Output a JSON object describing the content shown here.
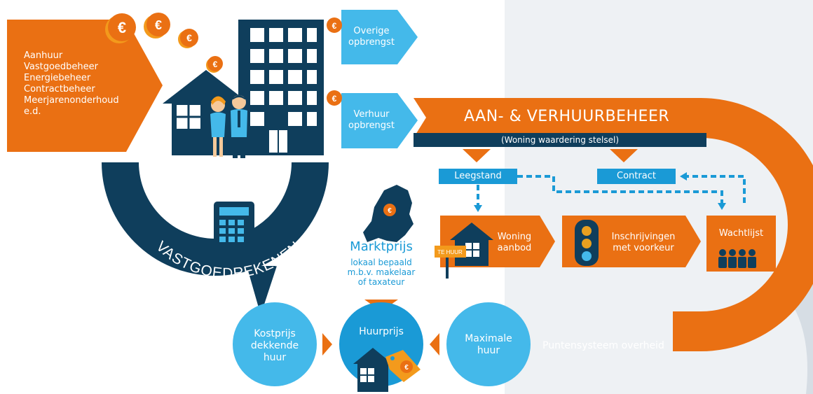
{
  "colors": {
    "orange": "#ea7013",
    "dark_blue": "#0f3e5c",
    "light_blue": "#44b9ea",
    "mid_blue": "#1a9ad6",
    "gold": "#f39a1c",
    "light_grey": "#eef1f4"
  },
  "costs": {
    "lines": [
      "Aanhuur",
      "Vastgoedbeheer",
      "Energiebeheer",
      "Contractbeheer",
      "Meerjarenonderhoud",
      "e.d."
    ]
  },
  "currency_symbol": "€",
  "revenue": {
    "other": [
      "Overige",
      "opbrengst"
    ],
    "rental": [
      "Verhuur",
      "opbrengst"
    ]
  },
  "management": {
    "title": "AAN- & VERHUURBEHEER",
    "subtitle": "(Woning waardering stelsel)",
    "vacancy": "Leegstand",
    "contract": "Contract"
  },
  "process": {
    "housing_offer": [
      "Woning",
      "aanbod"
    ],
    "registrations": [
      "Inschrijvingen",
      "met voorkeur"
    ],
    "waiting_list": "Wachtlijst",
    "for_rent_sign": "TE HUUR"
  },
  "arc_label": "VASTGOEDREKENEN",
  "market": {
    "title": "Marktprijs",
    "lines": [
      "lokaal bepaald",
      "m.b.v. makelaar",
      "of taxateur"
    ]
  },
  "circles": {
    "cost_price": [
      "Kostprijs",
      "dekkende",
      "huur"
    ],
    "rent_price": "Huurprijs",
    "max_rent": [
      "Maximale",
      "huur"
    ]
  },
  "points_system": "Puntensysteem overheid"
}
